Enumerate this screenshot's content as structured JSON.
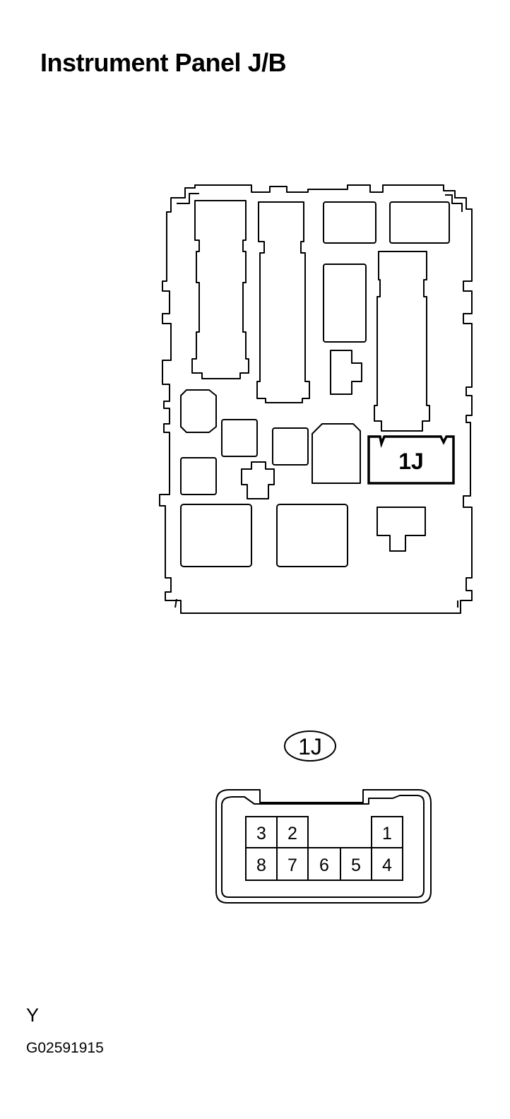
{
  "title": "Instrument Panel J/B",
  "junction_block": {
    "highlighted_connector_label": "1J"
  },
  "connector": {
    "code_label": "1J",
    "pins": {
      "p1": "1",
      "p2": "2",
      "p3": "3",
      "p4": "4",
      "p5": "5",
      "p6": "6",
      "p7": "7",
      "p8": "8"
    }
  },
  "color_code": "Y",
  "figure_id": "G02591915"
}
